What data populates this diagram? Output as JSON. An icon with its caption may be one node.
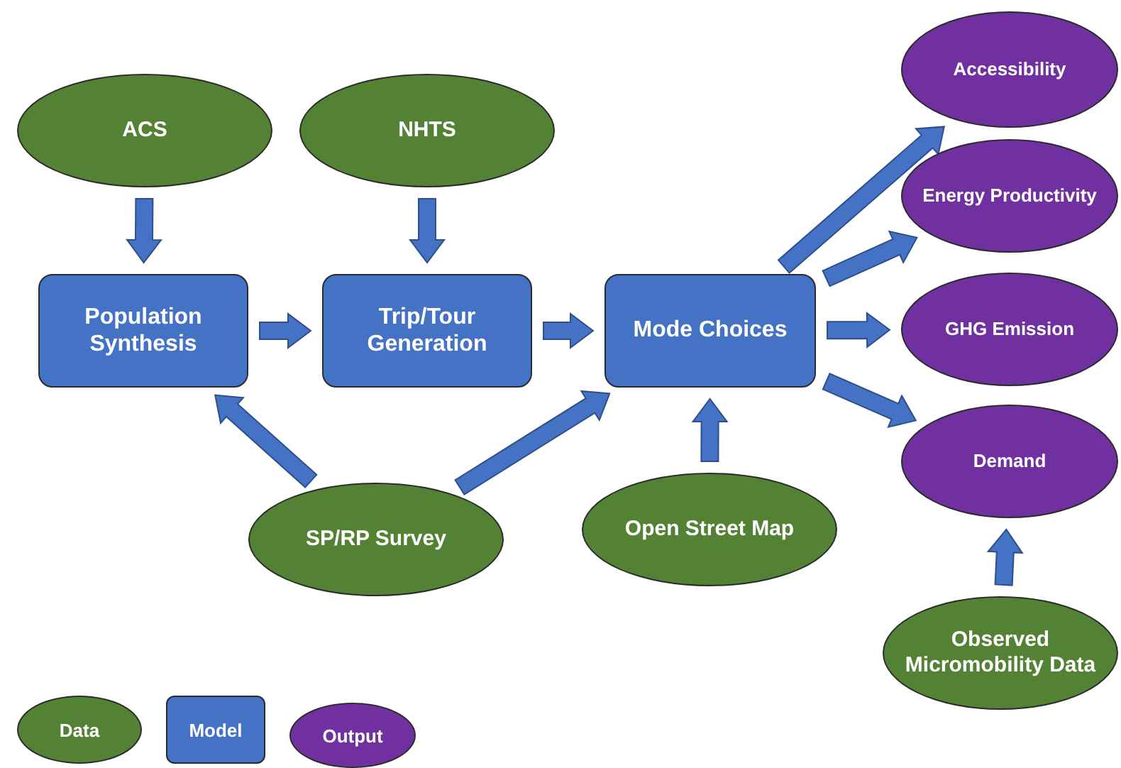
{
  "diagram": {
    "nodes": [
      {
        "text": [
          "Accessibility"
        ]
      },
      {
        "text": [
          "ACS"
        ]
      },
      {
        "text": [
          "NHTS"
        ]
      },
      {
        "text": [
          "Energy Productivity"
        ]
      },
      {
        "text": [
          "Population Synthesis"
        ]
      },
      {
        "text": [
          "Trip/Tour Generation"
        ]
      },
      {
        "text": [
          "Mode Choices"
        ]
      },
      {
        "text": [
          "GHG Emission"
        ]
      },
      {
        "text": [
          "Demand"
        ]
      },
      {
        "text": [
          "SP/RP Survey"
        ]
      },
      {
        "text": [
          "Open Street Map"
        ]
      },
      {
        "text": [
          "Observed Micromobility Data"
        ]
      }
    ],
    "edges": [
      {
        "from": 1,
        "to": 4,
        "arrow": "to"
      },
      {
        "from": 2,
        "to": 5,
        "arrow": "to"
      },
      {
        "from": 4,
        "to": 5,
        "arrow": "to"
      },
      {
        "from": 5,
        "to": 6,
        "arrow": "to"
      },
      {
        "from": 6,
        "to": 0,
        "arrow": "to"
      },
      {
        "from": 6,
        "to": 3,
        "arrow": "to"
      },
      {
        "from": 6,
        "to": 7,
        "arrow": "to"
      },
      {
        "from": 6,
        "to": 8,
        "arrow": "to"
      },
      {
        "from": 9,
        "to": 4,
        "arrow": "to"
      },
      {
        "from": 9,
        "to": 6,
        "arrow": "to"
      },
      {
        "from": 10,
        "to": 6,
        "arrow": "to"
      },
      {
        "from": 11,
        "to": 8,
        "arrow": "to"
      }
    ],
    "legend": [
      {
        "text": "Data",
        "color": "#548235"
      },
      {
        "text": "Model",
        "color": "#4472c4"
      },
      {
        "text": "Output",
        "color": "#7030a0"
      }
    ]
  }
}
